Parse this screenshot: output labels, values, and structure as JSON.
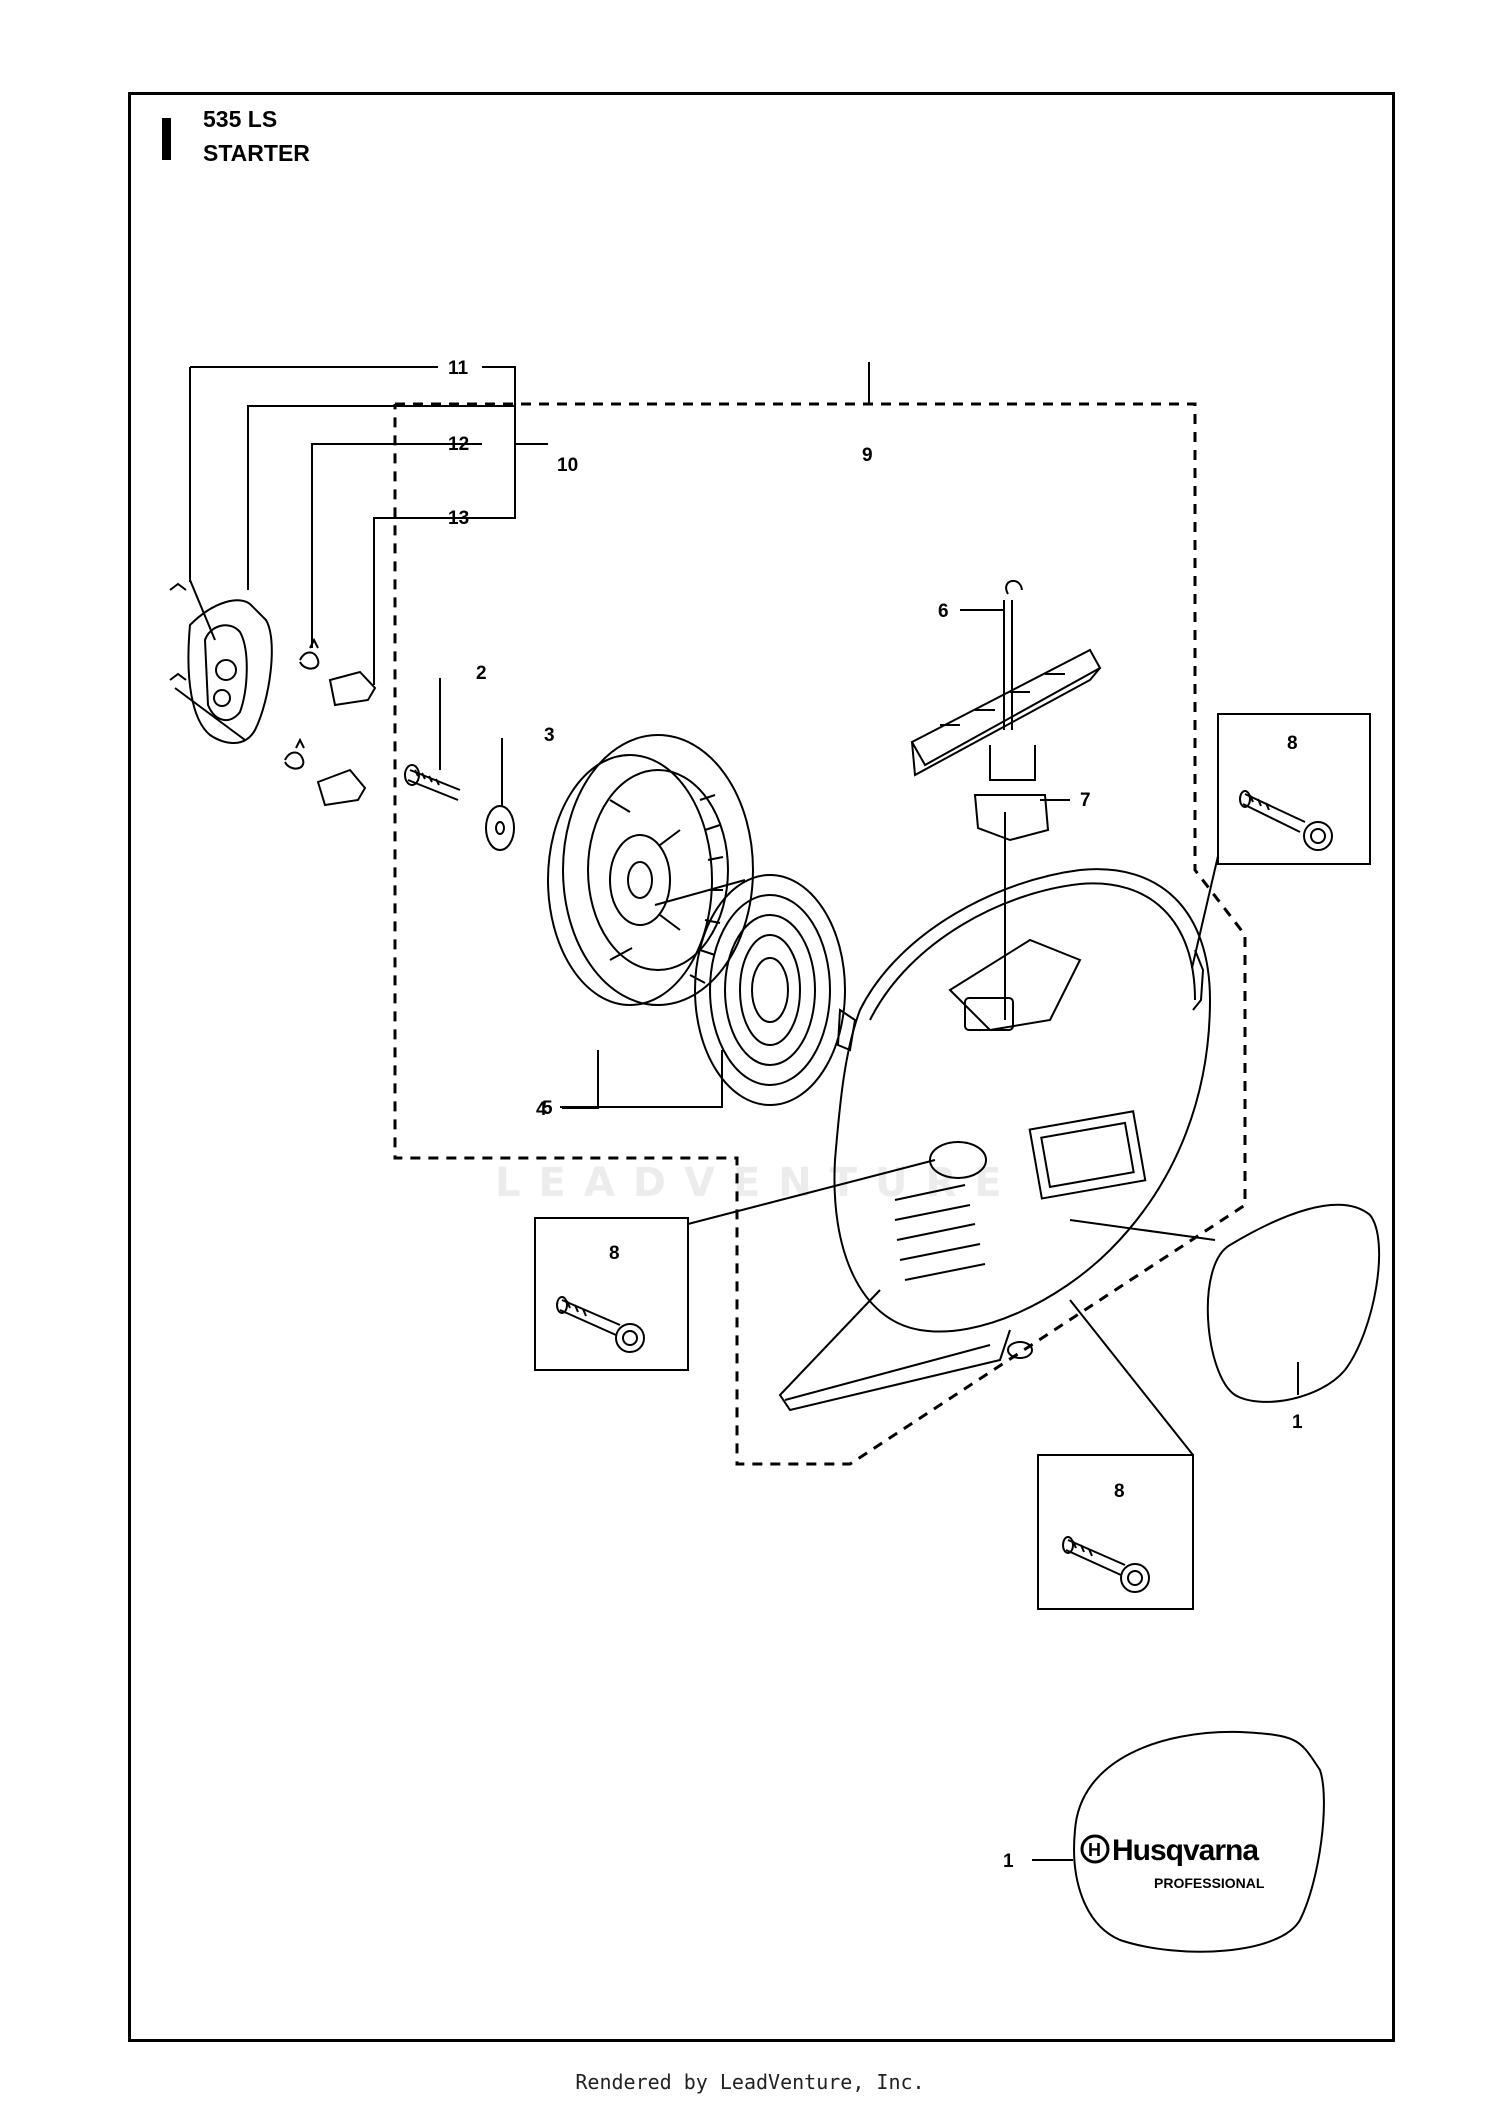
{
  "header": {
    "model": "535 LS",
    "section": "STARTER"
  },
  "watermark": "LEADVENTURE",
  "labels": {
    "p1_label": "1",
    "p1_logo": "1",
    "p2": "2",
    "p3": "3",
    "p4": "4",
    "p5": "5",
    "p6": "6",
    "p7": "7",
    "p8_right": "8",
    "p8_left": "8",
    "p8_bottom": "8",
    "p9": "9",
    "p10": "10",
    "p11": "11",
    "p12": "12",
    "p13": "13"
  },
  "logo": {
    "brand": "Husqvarna",
    "sub": "PROFESSIONAL"
  },
  "footer": "Rendered by LeadVenture, Inc."
}
